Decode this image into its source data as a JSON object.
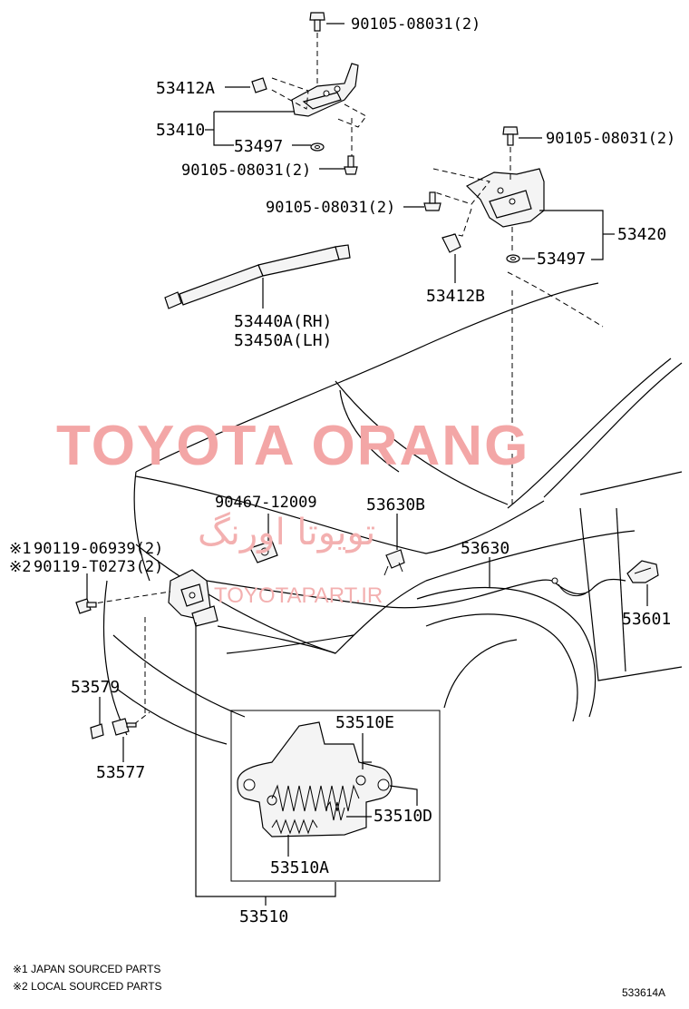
{
  "watermark": {
    "brand": "TOYOTA ORANG",
    "persian": "تویوتا اورنگ",
    "url": "TOYOTAPART.IR"
  },
  "parts": {
    "bolt_top_hinge_lh": "90105-08031(2)",
    "retainer_a": "53412A",
    "hinge_lh": "53410",
    "washer_lh": "53497",
    "bolt_lower_hinge_lh": "90105-08031(2)",
    "bolt_top_hinge_rh": "90105-08031(2)",
    "bolt_side_hinge_rh": "90105-08031(2)",
    "hinge_rh": "53420",
    "washer_rh": "53497",
    "retainer_b": "53412B",
    "support_rh": "53440A(RH)",
    "support_lh": "53450A(LH)",
    "clamp": "90467-12009",
    "clip_cable": "53630B",
    "release_cable": "53630",
    "screw_jp": "90119-06939(2)",
    "screw_local": "90119-T0273(2)",
    "release_lever": "53601",
    "cushion_a": "53579",
    "cushion_b": "53577",
    "lock_spring_e": "53510E",
    "lock_spring_d": "53510D",
    "lock_spring_a": "53510A",
    "lock_assy": "53510"
  },
  "marks": {
    "mark1": "※1",
    "mark2": "※2"
  },
  "notes": {
    "note1": "※1 JAPAN SOURCED PARTS",
    "note2": "※2 LOCAL SOURCED PARTS"
  },
  "figure_code": "533614A"
}
